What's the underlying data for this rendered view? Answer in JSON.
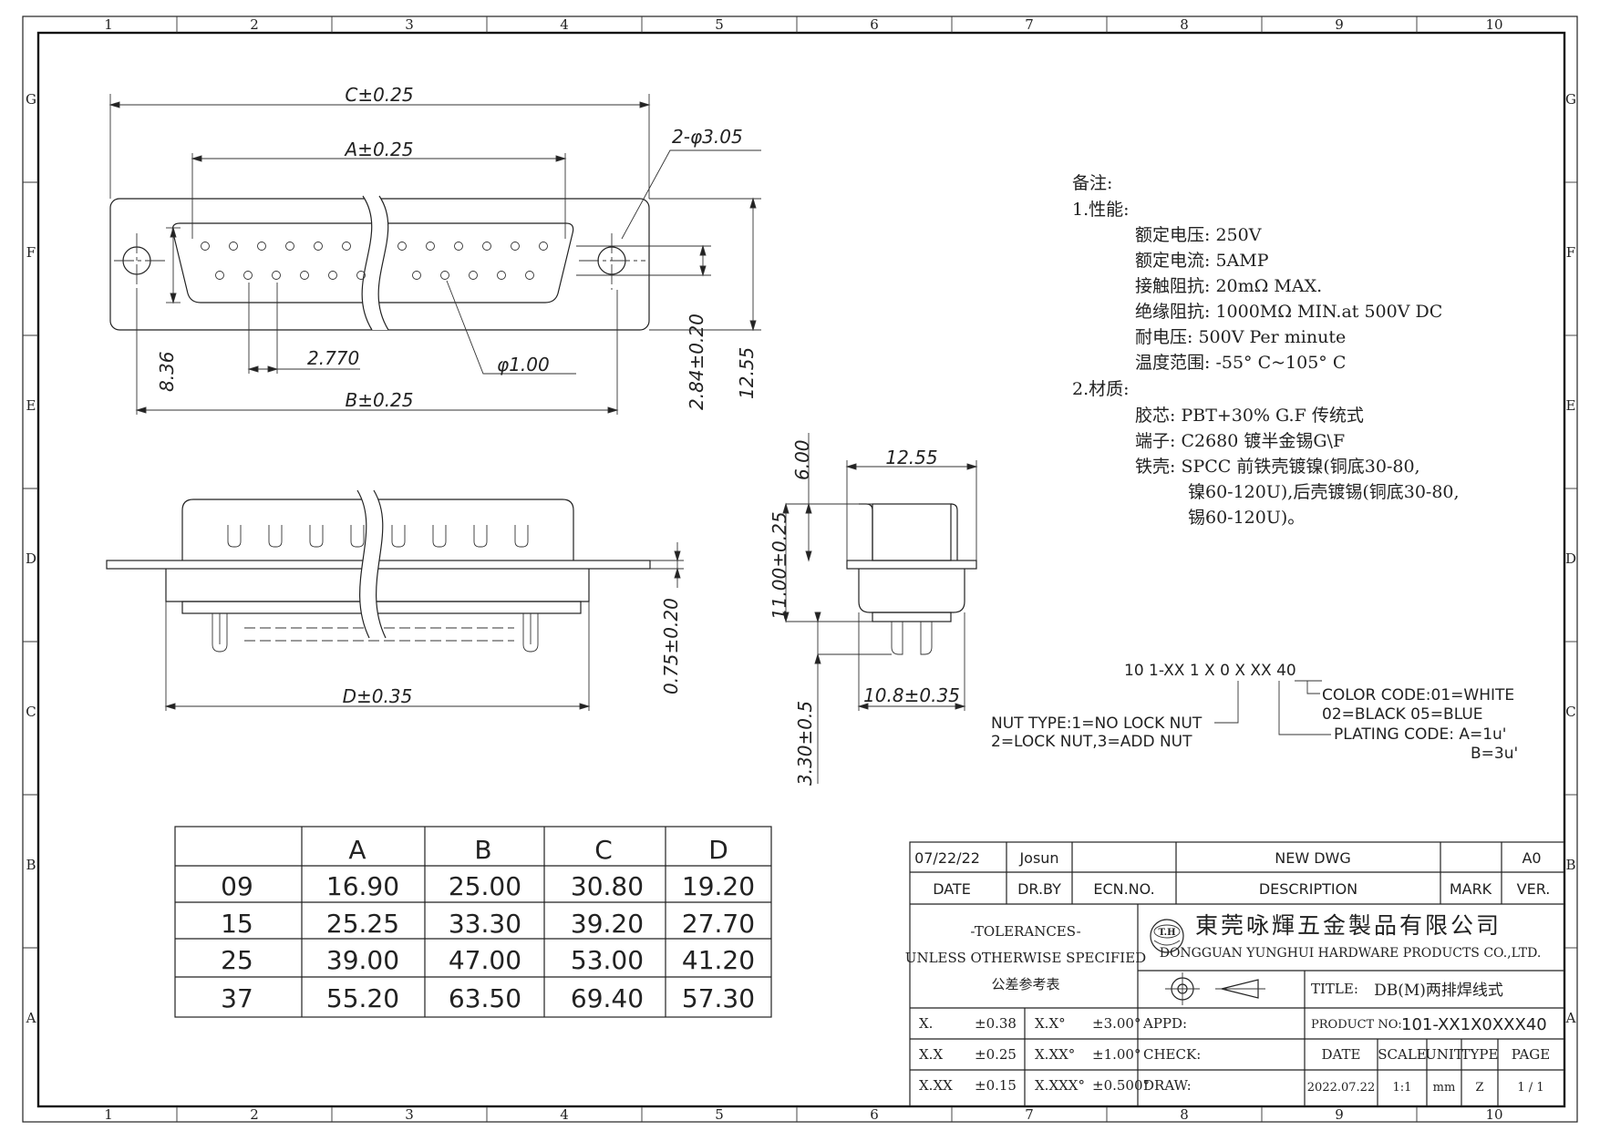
{
  "zones": {
    "columns": [
      "1",
      "2",
      "3",
      "4",
      "5",
      "6",
      "7",
      "8",
      "9",
      "10"
    ],
    "rows": [
      "G",
      "F",
      "E",
      "D",
      "C",
      "B",
      "A"
    ]
  },
  "dims": {
    "c": "C±0.25",
    "a": "A±0.25",
    "hole": "2-φ3.05",
    "h836": "8.36",
    "pitch": "2.770",
    "pin": "φ1.00",
    "b": "B±0.25",
    "h284": "2.84±0.20",
    "h1255": "12.55",
    "d": "D±0.35",
    "h075": "0.75±0.20",
    "side_w": "12.55",
    "side_600": "6.00",
    "side_1100": "11.00±0.25",
    "side_108": "10.8±0.35",
    "side_330": "3.30±0.5"
  },
  "notes": [
    "备注:",
    "1.性能:",
    "额定电压: 250V",
    "额定电流: 5AMP",
    "接触阻抗: 20mΩ MAX.",
    "绝缘阻抗: 1000MΩ MIN.at 500V DC",
    "耐电压: 500V Per minute",
    "温度范围: -55° C~105° C",
    "2.材质:",
    "胶芯: PBT+30% G.F 传统式",
    "端子: C2680 镀半金锡G\\F",
    "铁壳: SPCC 前铁壳镀镍(铜底30-80,",
    "镍60-120U),后壳镀锡(铜底30-80,",
    "锡60-120U)。"
  ],
  "part_code": {
    "code": "10 1-XX 1 X 0 X XX 40",
    "nut1": "NUT TYPE:1=NO LOCK NUT",
    "nut2": "2=LOCK NUT,3=ADD NUT",
    "color1": "COLOR CODE:01=WHITE",
    "color2": "02=BLACK 05=BLUE",
    "plating1": "PLATING CODE: A=1u'",
    "plating2": "B=3u'"
  },
  "size_table": {
    "headers": [
      "",
      "A",
      "B",
      "C",
      "D"
    ],
    "rows": [
      [
        "09",
        "16.90",
        "25.00",
        "30.80",
        "19.20"
      ],
      [
        "15",
        "25.25",
        "33.30",
        "39.20",
        "27.70"
      ],
      [
        "25",
        "39.00",
        "47.00",
        "53.00",
        "41.20"
      ],
      [
        "37",
        "55.20",
        "63.50",
        "69.40",
        "57.30"
      ]
    ]
  },
  "title_block": {
    "date_val": "07/22/22",
    "drby_val": "Josun",
    "desc_val": "NEW DWG",
    "ver_val": "A0",
    "date_lbl": "DATE",
    "drby_lbl": "DR.BY",
    "ecn_lbl": "ECN.NO.",
    "desc_lbl": "DESCRIPTION",
    "mark_lbl": "MARK",
    "ver_lbl": "VER.",
    "tol_title": "-TOLERANCES-",
    "tol_sub": "UNLESS OTHERWISE SPECIFIED",
    "tol_cn": "公差参考表",
    "company_cn": "東莞咏輝五金製品有限公司",
    "company_en": "DONGGUAN YUNGHUI HARDWARE PRODUCTS CO.,LTD.",
    "logo_text": "T.H",
    "title_lbl": "TITLE:",
    "title_val": "DB(M)两排焊线式",
    "appd_lbl": "APPD:",
    "check_lbl": "CHECK:",
    "draw_lbl": "DRAW:",
    "product_lbl": "PRODUCT NO:",
    "product_val": "101-XX1X0XXX40",
    "tol_rows": [
      [
        "X.",
        "±0.38",
        "X.X°",
        "±3.00°"
      ],
      [
        "X.X",
        "±0.25",
        "X.XX°",
        "±1.00°"
      ],
      [
        "X.XX",
        "±0.15",
        "X.XXX°",
        "±0.500°"
      ]
    ],
    "info_headers": [
      "DATE",
      "SCALE",
      "UNIT",
      "TYPE",
      "PAGE"
    ],
    "info_values": [
      "2022.07.22",
      "1:1",
      "mm",
      "Z",
      "1 / 1"
    ]
  }
}
